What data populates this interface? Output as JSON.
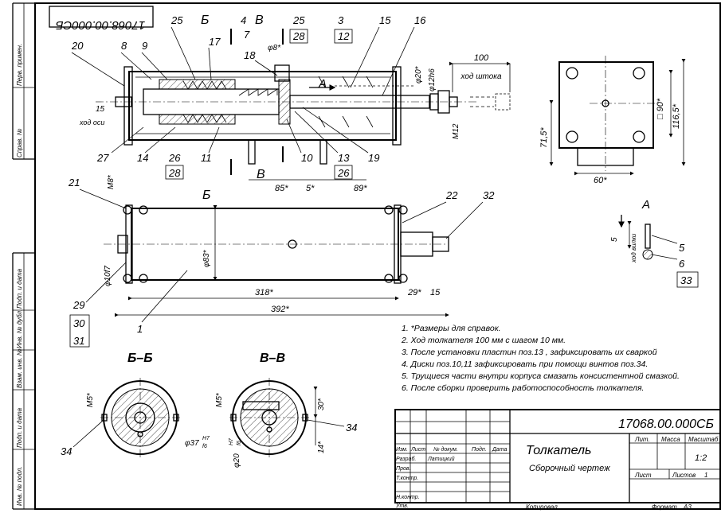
{
  "drawing_number": "17068.00.000СБ",
  "drawing_number_mirror": "17068.00.000СБ",
  "side_stamp": [
    "Перв. примен.",
    "Справ. №",
    "Подп. и дата",
    "Инв. № дубл.",
    "Взам. инв. №",
    "Подп. и дата",
    "Инв. № подл."
  ],
  "callouts": {
    "c20": "20",
    "c8": "8",
    "c9": "9",
    "c25a": "25",
    "c17": "17",
    "c4": "4",
    "c7": "7",
    "c25b": "25",
    "c28a": "28",
    "c3": "3",
    "c12": "12",
    "c15": "15",
    "c16": "16",
    "c18": "18",
    "c27": "27",
    "c14": "14",
    "c26a": "26",
    "c11": "11",
    "c28b": "28",
    "c10": "10",
    "c13": "13",
    "c26b": "26",
    "c19": "19",
    "c21": "21",
    "c22": "22",
    "c32": "32",
    "c29": "29",
    "c30": "30",
    "c31": "31",
    "c1": "1",
    "c5": "5",
    "c6": "6",
    "c33": "33",
    "c34a": "34",
    "c34b": "34"
  },
  "section_marks": {
    "b_top": "Б",
    "b_bottom": "Б",
    "v_top": "В",
    "v_bottom": "В",
    "a_arrow": "А",
    "a_view": "А"
  },
  "dims": {
    "stroke": "100",
    "stroke_label": "ход штока",
    "d20": "φ20*",
    "d12h6": "φ12h6",
    "m12": "M12",
    "d8": "φ8*",
    "ax15": "15",
    "ax_label": "ход оси",
    "d85": "85*",
    "d5": "5*",
    "d89": "89*",
    "m8": "M8*",
    "d83": "φ83*",
    "d10f7": "φ10f7",
    "d318": "318*",
    "d29": "29*",
    "d15b": "15",
    "d392": "392*",
    "sq90": "□ 90*",
    "d116": "116,5*",
    "d71": "71,5*",
    "d60": "60*",
    "a5": "5",
    "a_label": "ход вилки",
    "m5a": "M5*",
    "d37": "φ37",
    "fit37a": "H7",
    "fit37b": "f6",
    "m5b": "M5*",
    "d20b": "φ20",
    "fit20a": "H7",
    "fit20b": "f6",
    "d30": "30*",
    "d14": "14*"
  },
  "section_titles": {
    "bb": "Б–Б",
    "vv": "В–В"
  },
  "notes": [
    "1. *Размеры для справок.",
    "2. Ход толкателя 100 мм с шагом 10 мм.",
    "3. После установки пластин поз.13 , зафиксировать их сваркой",
    "4. Диски поз.10,11 зафиксировать при помощи винтов поз.34.",
    "5. Трущиеся части внутри корпуса смазать консистентной смазкой.",
    "6. После сборки проверить работоспособность толкателя."
  ],
  "title_block": {
    "number": "17068.00.000СБ",
    "name": "Толкатель",
    "doc_type": "Сборочный чертеж",
    "col_izm": "Изм.",
    "col_list": "Лист",
    "col_ndoc": "№ докум.",
    "col_podp": "Подп.",
    "col_data": "Дата",
    "razrab": "Разраб.",
    "razrab_name": "Латицкий",
    "prov": "Пров.",
    "tkontr": "Т.контр.",
    "nkontr": "Н.контр.",
    "utv": "Утв.",
    "lit": "Лит.",
    "massa": "Масса",
    "masshtab": "Масштаб",
    "scale": "1:2",
    "list": "Лист",
    "listov": "Листов",
    "listov_val": "1",
    "kopiroval": "Копировал",
    "format": "Формат",
    "format_val": "А3"
  }
}
